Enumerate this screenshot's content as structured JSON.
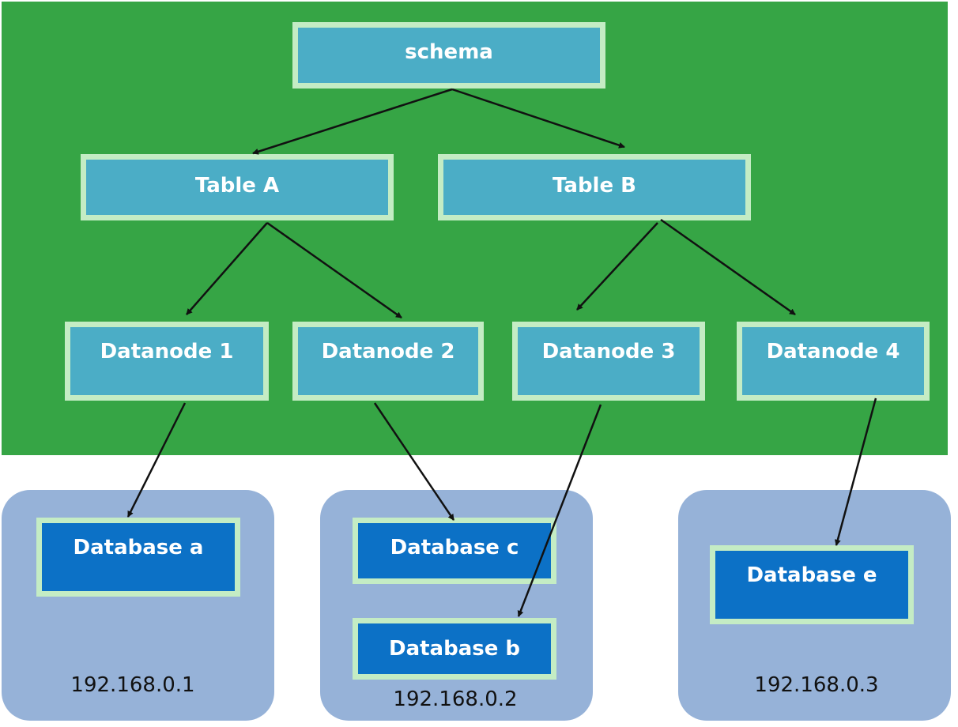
{
  "nodes": {
    "schema": "schema",
    "table_a": "Table A",
    "table_b": "Table B",
    "datanode_1": "Datanode 1",
    "datanode_2": "Datanode 2",
    "datanode_3": "Datanode 3",
    "datanode_4": "Datanode 4",
    "database_a": "Database a",
    "database_b": "Database b",
    "database_c": "Database c",
    "database_e": "Database e"
  },
  "hosts": {
    "host_1": "192.168.0.1",
    "host_2": "192.168.0.2",
    "host_3": "192.168.0.3"
  },
  "colors": {
    "panel": "#36a545",
    "host": "#96b2d8",
    "logical_node": "#4badc6",
    "database_node": "#0c71c6",
    "node_border": "#c4ecc4",
    "arrow": "#111111"
  },
  "edges": [
    {
      "from": "schema",
      "to": "Table A"
    },
    {
      "from": "schema",
      "to": "Table B"
    },
    {
      "from": "Table A",
      "to": "Datanode 1"
    },
    {
      "from": "Table A",
      "to": "Datanode 2"
    },
    {
      "from": "Table B",
      "to": "Datanode 3"
    },
    {
      "from": "Table B",
      "to": "Datanode 4"
    },
    {
      "from": "Datanode 1",
      "to": "Database a"
    },
    {
      "from": "Datanode 2",
      "to": "Database c"
    },
    {
      "from": "Datanode 3",
      "to": "Database b"
    },
    {
      "from": "Datanode 4",
      "to": "Database e"
    }
  ]
}
